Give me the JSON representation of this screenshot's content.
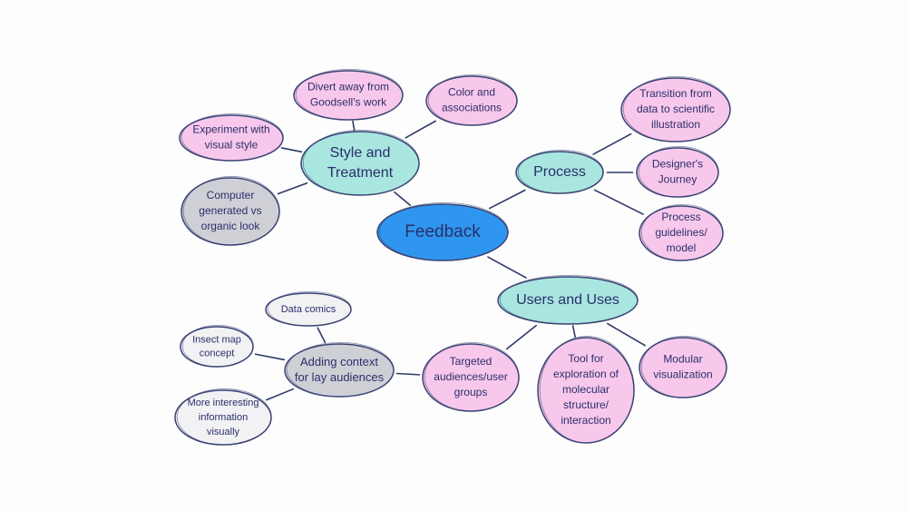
{
  "diagram": {
    "colors": {
      "center": "#2f96f0",
      "category": "#a8e6df",
      "idea_pink": "#f8c8ec",
      "idea_gray": "#cfd0d6",
      "idea_light": "#f2f2f4"
    },
    "nodes": [
      {
        "id": "feedback",
        "kind": "center",
        "lines": [
          "Feedback"
        ]
      },
      {
        "id": "style",
        "kind": "category",
        "lines": [
          "Style and",
          "Treatment"
        ]
      },
      {
        "id": "process",
        "kind": "category",
        "lines": [
          "Process"
        ]
      },
      {
        "id": "users",
        "kind": "category",
        "lines": [
          "Users and Uses"
        ]
      },
      {
        "id": "context",
        "kind": "idea_gray",
        "lines": [
          "Adding context",
          "for lay audiences"
        ]
      },
      {
        "id": "divert",
        "kind": "idea_pink",
        "lines": [
          "Divert away from",
          "Goodsell's work"
        ]
      },
      {
        "id": "color",
        "kind": "idea_pink",
        "lines": [
          "Color and",
          "associations"
        ]
      },
      {
        "id": "experiment",
        "kind": "idea_pink",
        "lines": [
          "Experiment with",
          "visual style"
        ]
      },
      {
        "id": "computer",
        "kind": "idea_gray",
        "lines": [
          "Computer",
          "generated vs",
          "organic look"
        ]
      },
      {
        "id": "transition",
        "kind": "idea_pink",
        "lines": [
          "Transition from",
          "data to scientific",
          "illustration"
        ]
      },
      {
        "id": "journey",
        "kind": "idea_pink",
        "lines": [
          "Designer's",
          "Journey"
        ]
      },
      {
        "id": "guidelines",
        "kind": "idea_pink",
        "lines": [
          "Process",
          "guidelines/",
          "model"
        ]
      },
      {
        "id": "targeted",
        "kind": "idea_pink",
        "lines": [
          "Targeted",
          "audiences/user",
          "groups"
        ]
      },
      {
        "id": "tool",
        "kind": "idea_pink",
        "lines": [
          "Tool for",
          "exploration of",
          "molecular",
          "structure/",
          "interaction"
        ]
      },
      {
        "id": "modular",
        "kind": "idea_pink",
        "lines": [
          "Modular",
          "visualization"
        ]
      },
      {
        "id": "comics",
        "kind": "idea_light",
        "lines": [
          "Data comics"
        ]
      },
      {
        "id": "insect",
        "kind": "idea_light",
        "lines": [
          "Insect map",
          "concept"
        ]
      },
      {
        "id": "interesting",
        "kind": "idea_light",
        "lines": [
          "More interesting",
          "information",
          "visually"
        ]
      }
    ],
    "edges": [
      [
        "feedback",
        "style"
      ],
      [
        "feedback",
        "process"
      ],
      [
        "feedback",
        "users"
      ],
      [
        "style",
        "divert"
      ],
      [
        "style",
        "color"
      ],
      [
        "style",
        "experiment"
      ],
      [
        "style",
        "computer"
      ],
      [
        "process",
        "transition"
      ],
      [
        "process",
        "journey"
      ],
      [
        "process",
        "guidelines"
      ],
      [
        "users",
        "targeted"
      ],
      [
        "users",
        "tool"
      ],
      [
        "users",
        "modular"
      ],
      [
        "targeted",
        "context"
      ],
      [
        "context",
        "comics"
      ],
      [
        "context",
        "insect"
      ],
      [
        "context",
        "interesting"
      ]
    ]
  }
}
